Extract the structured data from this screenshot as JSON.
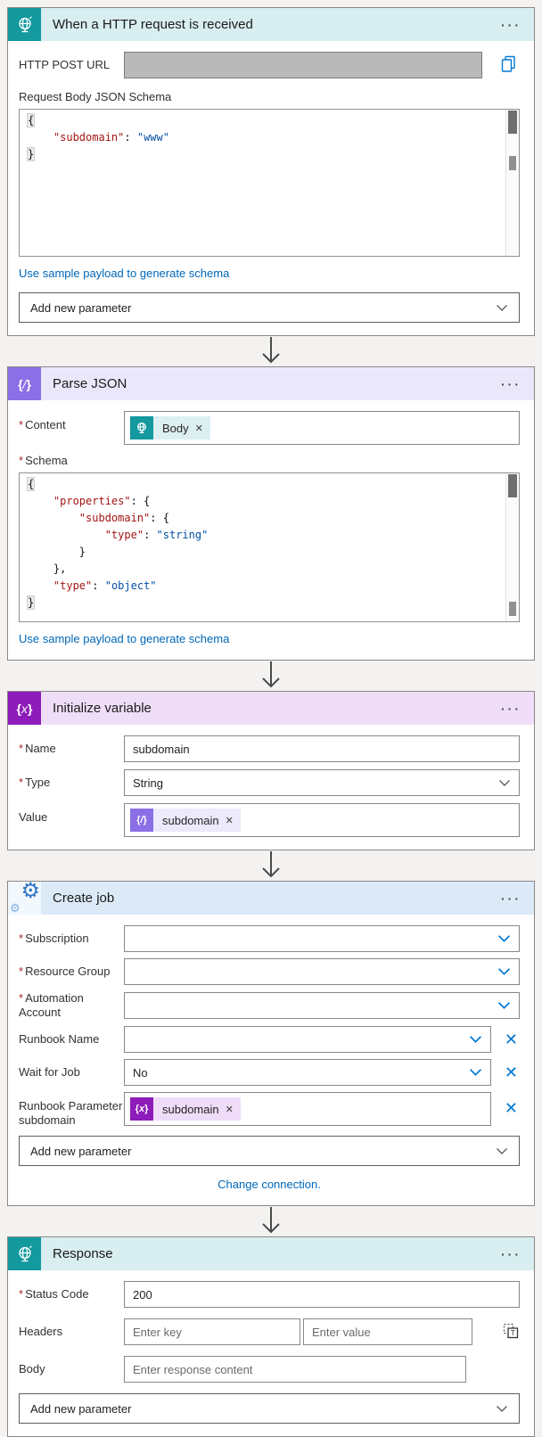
{
  "ui": {
    "ellipsis": "···",
    "required_marker": "*",
    "accent_blue": "#0078d4",
    "teal": "#13999e",
    "connector_purple": "#8b6fe6",
    "variable_purple": "#8e1cba",
    "link_color": "#0067b8"
  },
  "trigger": {
    "title": "When a HTTP request is received",
    "http_post_url_label": "HTTP POST URL",
    "request_body_schema_label": "Request Body JSON Schema",
    "sample_payload_link": "Use sample payload to generate schema",
    "add_new_parameter": "Add new parameter"
  },
  "parse_json": {
    "title": "Parse JSON",
    "content_label": "Content",
    "content_token": "Body",
    "schema_label": "Schema",
    "sample_payload_link": "Use sample payload to generate schema"
  },
  "initialize_variable": {
    "title": "Initialize variable",
    "name_label": "Name",
    "name_value": "subdomain",
    "type_label": "Type",
    "type_value": "String",
    "value_label": "Value",
    "value_token": "subdomain"
  },
  "create_job": {
    "title": "Create job",
    "subscription_label": "Subscription",
    "resource_group_label": "Resource Group",
    "automation_account_label": "Automation Account",
    "runbook_name_label": "Runbook Name",
    "wait_for_job_label": "Wait for Job",
    "wait_for_job_value": "No",
    "runbook_parameter_label": "Runbook Parameter subdomain",
    "runbook_parameter_token": "subdomain",
    "add_new_parameter": "Add new parameter",
    "change_connection_link": "Change connection."
  },
  "response": {
    "title": "Response",
    "status_code_label": "Status Code",
    "status_code_value": "200",
    "headers_label": "Headers",
    "header_key_placeholder": "Enter key",
    "header_value_placeholder": "Enter value",
    "body_label": "Body",
    "body_placeholder": "Enter response content",
    "add_new_parameter": "Add new parameter"
  },
  "code": {
    "request_schema": [
      [
        {
          "c": "brace",
          "t": "{"
        }
      ],
      [
        {
          "c": "ws",
          "t": "    "
        },
        {
          "c": "key",
          "t": "\"subdomain\""
        },
        {
          "c": "pun",
          "t": ": "
        },
        {
          "c": "str",
          "t": "\"www\""
        }
      ],
      [
        {
          "c": "brace",
          "t": "}"
        }
      ]
    ],
    "parse_schema": [
      [
        {
          "c": "brace",
          "t": "{"
        }
      ],
      [
        {
          "c": "ws",
          "t": "    "
        },
        {
          "c": "key",
          "t": "\"properties\""
        },
        {
          "c": "pun",
          "t": ": {"
        }
      ],
      [
        {
          "c": "ws",
          "t": "        "
        },
        {
          "c": "key",
          "t": "\"subdomain\""
        },
        {
          "c": "pun",
          "t": ": {"
        }
      ],
      [
        {
          "c": "ws",
          "t": "            "
        },
        {
          "c": "key",
          "t": "\"type\""
        },
        {
          "c": "pun",
          "t": ": "
        },
        {
          "c": "str",
          "t": "\"string\""
        }
      ],
      [
        {
          "c": "ws",
          "t": "        "
        },
        {
          "c": "pun",
          "t": "}"
        }
      ],
      [
        {
          "c": "ws",
          "t": "    "
        },
        {
          "c": "pun",
          "t": "},"
        }
      ],
      [
        {
          "c": "ws",
          "t": "    "
        },
        {
          "c": "key",
          "t": "\"type\""
        },
        {
          "c": "pun",
          "t": ": "
        },
        {
          "c": "str",
          "t": "\"object\""
        }
      ],
      [
        {
          "c": "brace",
          "t": "}"
        }
      ]
    ]
  }
}
